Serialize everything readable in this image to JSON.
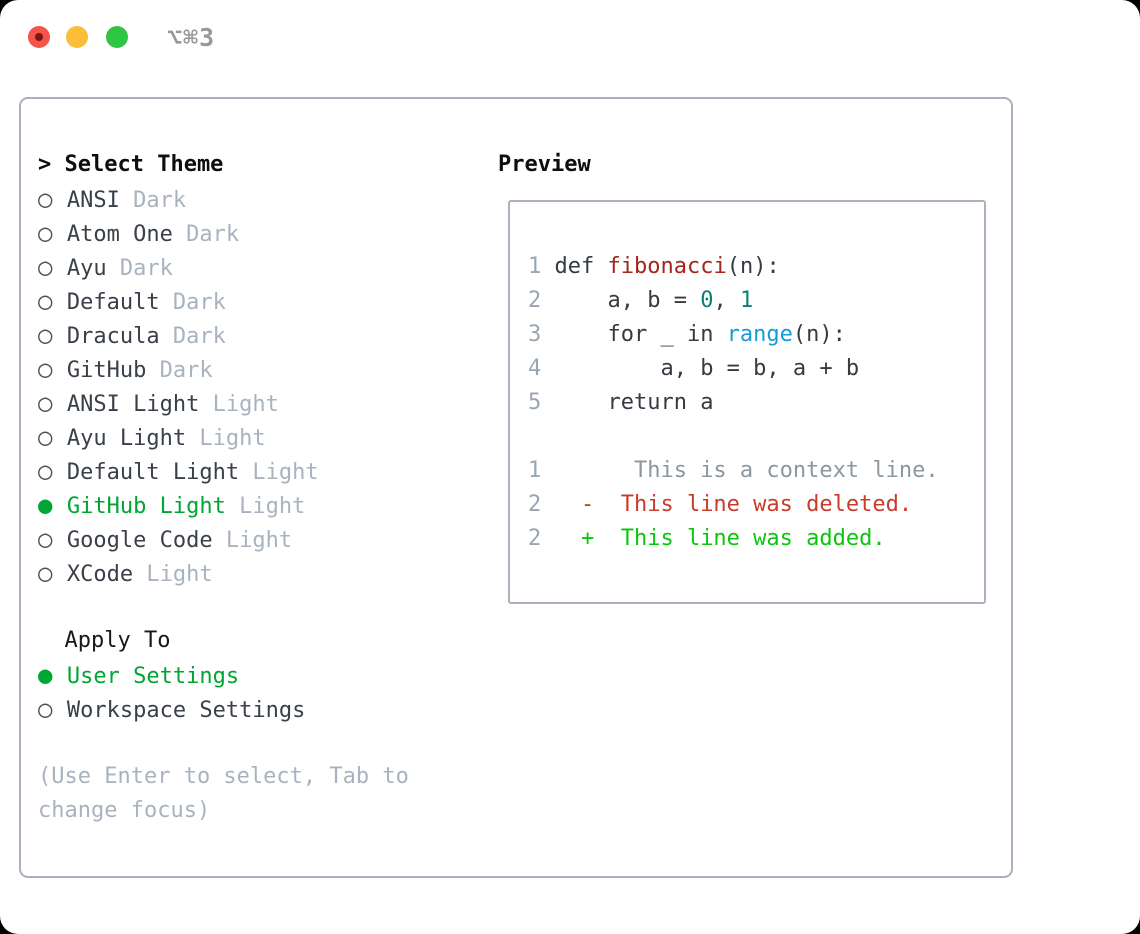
{
  "window": {
    "title": "⌥⌘3",
    "traffic_lights": [
      "close",
      "minimize",
      "zoom"
    ]
  },
  "colors": {
    "selection_green": "#00a534",
    "added_green": "#0ec50e",
    "deleted_red": "#c93c2c",
    "function_red": "#a3251c",
    "number_teal": "#0d8076",
    "builtin_blue": "#169bd5",
    "muted_gray": "#a9b3bf",
    "border_gray": "#a9b2bc",
    "traffic_red": "#f5544c",
    "traffic_yellow": "#fcbd37",
    "traffic_green": "#2fc544"
  },
  "left": {
    "rows": [
      {
        "name": "select-theme-header",
        "interactable": false,
        "segments": [
          {
            "t": "> Select Theme",
            "c": "title"
          }
        ]
      },
      {
        "name": "theme-option-ansi-dark",
        "interactable": true,
        "segments": [
          {
            "t": "○ ",
            "c": "mark"
          },
          {
            "t": "ANSI ",
            "c": "fg"
          },
          {
            "t": "Dark",
            "c": "muted"
          }
        ]
      },
      {
        "name": "theme-option-atom-one-dark",
        "interactable": true,
        "segments": [
          {
            "t": "○ ",
            "c": "mark"
          },
          {
            "t": "Atom One ",
            "c": "fg"
          },
          {
            "t": "Dark",
            "c": "muted"
          }
        ]
      },
      {
        "name": "theme-option-ayu-dark",
        "interactable": true,
        "segments": [
          {
            "t": "○ ",
            "c": "mark"
          },
          {
            "t": "Ayu ",
            "c": "fg"
          },
          {
            "t": "Dark",
            "c": "muted"
          }
        ]
      },
      {
        "name": "theme-option-default-dark",
        "interactable": true,
        "segments": [
          {
            "t": "○ ",
            "c": "mark"
          },
          {
            "t": "Default ",
            "c": "fg"
          },
          {
            "t": "Dark",
            "c": "muted"
          }
        ]
      },
      {
        "name": "theme-option-dracula-dark",
        "interactable": true,
        "segments": [
          {
            "t": "○ ",
            "c": "mark"
          },
          {
            "t": "Dracula ",
            "c": "fg"
          },
          {
            "t": "Dark",
            "c": "muted"
          }
        ]
      },
      {
        "name": "theme-option-github-dark",
        "interactable": true,
        "segments": [
          {
            "t": "○ ",
            "c": "mark"
          },
          {
            "t": "GitHub ",
            "c": "fg"
          },
          {
            "t": "Dark",
            "c": "muted"
          }
        ]
      },
      {
        "name": "theme-option-ansi-light",
        "interactable": true,
        "segments": [
          {
            "t": "○ ",
            "c": "mark"
          },
          {
            "t": "ANSI Light ",
            "c": "fg"
          },
          {
            "t": "Light",
            "c": "muted"
          }
        ]
      },
      {
        "name": "theme-option-ayu-light",
        "interactable": true,
        "segments": [
          {
            "t": "○ ",
            "c": "mark"
          },
          {
            "t": "Ayu Light ",
            "c": "fg"
          },
          {
            "t": "Light",
            "c": "muted"
          }
        ]
      },
      {
        "name": "theme-option-default-light",
        "interactable": true,
        "segments": [
          {
            "t": "○ ",
            "c": "mark"
          },
          {
            "t": "Default Light ",
            "c": "fg"
          },
          {
            "t": "Light",
            "c": "muted"
          }
        ]
      },
      {
        "name": "theme-option-github-light-selected",
        "interactable": true,
        "segments": [
          {
            "t": "● ",
            "c": "markgreen"
          },
          {
            "t": "GitHub Light ",
            "c": "green"
          },
          {
            "t": "Light",
            "c": "muted"
          }
        ]
      },
      {
        "name": "theme-option-google-code-light",
        "interactable": true,
        "segments": [
          {
            "t": "○ ",
            "c": "mark"
          },
          {
            "t": "Google Code ",
            "c": "fg"
          },
          {
            "t": "Light",
            "c": "muted"
          }
        ]
      },
      {
        "name": "theme-option-xcode-light",
        "interactable": true,
        "segments": [
          {
            "t": "○ ",
            "c": "mark"
          },
          {
            "t": "XCode ",
            "c": "fg"
          },
          {
            "t": "Light",
            "c": "muted"
          }
        ]
      },
      {
        "name": "spacer",
        "interactable": false,
        "segments": []
      },
      {
        "name": "apply-to-header",
        "interactable": false,
        "segments": [
          {
            "t": "  Apply To",
            "c": "dark"
          }
        ]
      },
      {
        "name": "apply-option-user-settings",
        "interactable": true,
        "segments": [
          {
            "t": "● ",
            "c": "markgreen"
          },
          {
            "t": "User Settings",
            "c": "green"
          }
        ]
      },
      {
        "name": "apply-option-workspace-settings",
        "interactable": true,
        "segments": [
          {
            "t": "○ ",
            "c": "mark"
          },
          {
            "t": "Workspace Settings",
            "c": "fg"
          }
        ]
      },
      {
        "name": "spacer",
        "interactable": false,
        "segments": []
      },
      {
        "name": "help-text-line-1",
        "interactable": false,
        "segments": [
          {
            "t": "(Use Enter to select, Tab to",
            "c": "muted"
          }
        ]
      },
      {
        "name": "help-text-line-2",
        "interactable": false,
        "segments": [
          {
            "t": "change focus)",
            "c": "muted"
          }
        ]
      }
    ]
  },
  "preview": {
    "title": "Preview",
    "lines": [
      {
        "name": "code-line-1",
        "interactable": false,
        "segments": [
          {
            "t": "1",
            "c": "num"
          },
          {
            "t": " def ",
            "c": "code"
          },
          {
            "t": "fibonacci",
            "c": "func"
          },
          {
            "t": "(n):",
            "c": "code"
          }
        ]
      },
      {
        "name": "code-line-2",
        "interactable": false,
        "segments": [
          {
            "t": "2",
            "c": "num"
          },
          {
            "t": "     a, b = ",
            "c": "code"
          },
          {
            "t": "0",
            "c": "teal"
          },
          {
            "t": ", ",
            "c": "code"
          },
          {
            "t": "1",
            "c": "teal"
          }
        ]
      },
      {
        "name": "code-line-3",
        "interactable": false,
        "segments": [
          {
            "t": "3",
            "c": "num"
          },
          {
            "t": "     for _ in ",
            "c": "code"
          },
          {
            "t": "range",
            "c": "blue"
          },
          {
            "t": "(n):",
            "c": "code"
          }
        ]
      },
      {
        "name": "code-line-4",
        "interactable": false,
        "segments": [
          {
            "t": "4",
            "c": "num"
          },
          {
            "t": "         a, b = b, a + b",
            "c": "code"
          }
        ]
      },
      {
        "name": "code-line-5",
        "interactable": false,
        "segments": [
          {
            "t": "5",
            "c": "num"
          },
          {
            "t": "     return a",
            "c": "code"
          }
        ]
      },
      {
        "name": "spacer",
        "interactable": false,
        "segments": []
      },
      {
        "name": "diff-context-line",
        "interactable": false,
        "segments": [
          {
            "t": "1",
            "c": "num"
          },
          {
            "t": "       This is a context line.",
            "c": "gray"
          }
        ]
      },
      {
        "name": "diff-deleted-line",
        "interactable": false,
        "segments": [
          {
            "t": "2",
            "c": "num"
          },
          {
            "t": "   -  This line was deleted.",
            "c": "del"
          }
        ]
      },
      {
        "name": "diff-added-line",
        "interactable": false,
        "segments": [
          {
            "t": "2",
            "c": "num"
          },
          {
            "t": "   +  This line was added.",
            "c": "add"
          }
        ]
      }
    ]
  }
}
